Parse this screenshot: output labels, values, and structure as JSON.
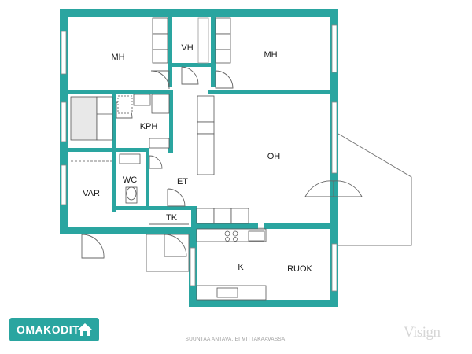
{
  "plan": {
    "rooms": {
      "mh1": "MH",
      "vh": "VH",
      "mh2": "MH",
      "kph": "KPH",
      "oh": "OH",
      "wc": "WC",
      "et": "ET",
      "var": "VAR",
      "tk": "TK",
      "k": "K",
      "ruok": "RUOK"
    },
    "colors": {
      "wall": "#2aa5a0",
      "fixture": "#555555",
      "fixture_fill": "#e8e8e8"
    }
  },
  "footer": {
    "logo_text": "OMAKODIT",
    "logo_icon": "house-icon",
    "disclaimer": "SUUNTAA ANTAVA, EI MITTAKAAVASSA.",
    "brand": "Visign"
  }
}
